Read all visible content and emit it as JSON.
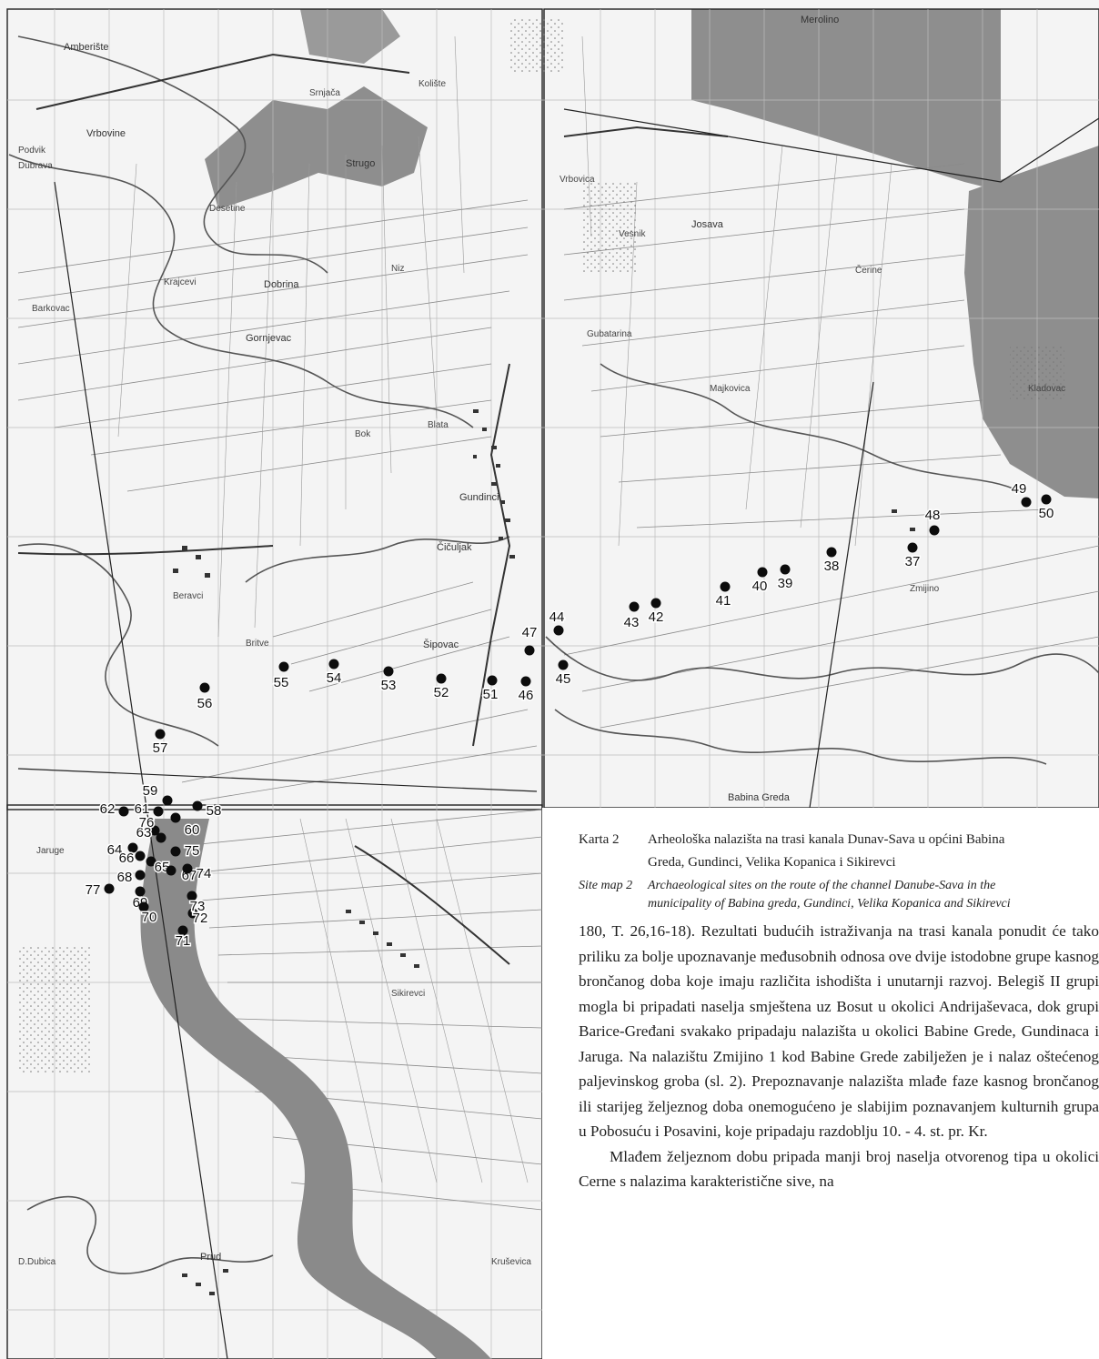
{
  "map": {
    "place_labels": [
      "Amberište",
      "Srnjača",
      "Kolište",
      "Vrbovine",
      "Podvik",
      "Dubrava",
      "Strugo",
      "Desetine",
      "Krajcevi",
      "Dobrina",
      "Niz",
      "Barkovac",
      "Gornjevac",
      "Bok",
      "Blata",
      "Gundinci",
      "Beravci",
      "Britve",
      "Šipovac",
      "Zmijino",
      "Čerine",
      "Josava",
      "Vrbovica",
      "Kladovac",
      "Merolino",
      "Sikirevci",
      "Jaruge",
      "Prud",
      "D.Dubica",
      "Kruševica",
      "Babina Greda",
      "Gubatarina",
      "Vesnik",
      "Čičuljak",
      "Majkovica"
    ],
    "sites": [
      {
        "id": "site-37",
        "label": "37"
      },
      {
        "id": "site-38",
        "label": "38"
      },
      {
        "id": "site-39",
        "label": "39"
      },
      {
        "id": "site-40",
        "label": "40"
      },
      {
        "id": "site-41",
        "label": "41"
      },
      {
        "id": "site-42",
        "label": "42"
      },
      {
        "id": "site-43",
        "label": "43"
      },
      {
        "id": "site-44",
        "label": "44"
      },
      {
        "id": "site-45",
        "label": "45"
      },
      {
        "id": "site-46",
        "label": "46"
      },
      {
        "id": "site-47",
        "label": "47"
      },
      {
        "id": "site-48",
        "label": "48"
      },
      {
        "id": "site-49",
        "label": "49"
      },
      {
        "id": "site-50",
        "label": "50"
      },
      {
        "id": "site-51",
        "label": "51"
      },
      {
        "id": "site-52",
        "label": "52"
      },
      {
        "id": "site-53",
        "label": "53"
      },
      {
        "id": "site-54",
        "label": "54"
      },
      {
        "id": "site-55",
        "label": "55"
      },
      {
        "id": "site-56",
        "label": "56"
      },
      {
        "id": "site-57",
        "label": "57"
      },
      {
        "id": "site-58",
        "label": "58"
      },
      {
        "id": "site-59",
        "label": "59"
      },
      {
        "id": "site-60",
        "label": "60"
      },
      {
        "id": "site-61",
        "label": "61"
      },
      {
        "id": "site-62",
        "label": "62"
      },
      {
        "id": "site-63",
        "label": "63"
      },
      {
        "id": "site-64",
        "label": "64"
      },
      {
        "id": "site-65",
        "label": "65"
      },
      {
        "id": "site-66",
        "label": "66"
      },
      {
        "id": "site-67",
        "label": "67"
      },
      {
        "id": "site-68",
        "label": "68"
      },
      {
        "id": "site-69",
        "label": "69"
      },
      {
        "id": "site-70",
        "label": "70"
      },
      {
        "id": "site-71",
        "label": "71"
      },
      {
        "id": "site-72",
        "label": "72"
      },
      {
        "id": "site-73",
        "label": "73"
      },
      {
        "id": "site-74",
        "label": "74"
      },
      {
        "id": "site-75",
        "label": "75"
      },
      {
        "id": "site-76",
        "label": "76"
      },
      {
        "id": "site-77",
        "label": "77"
      }
    ]
  },
  "caption": {
    "hr_number": "Karta 2",
    "hr_line1": "Arheološka nalazišta na trasi kanala Dunav-Sava u općini Babina",
    "hr_line2": "Greda, Gundinci, Velika Kopanica i Sikirevci",
    "en_number": "Site map 2",
    "en_line1": "Archaeological sites on the route of the channel Danube-Sava in the",
    "en_line2": "municipality of Babina greda, Gundinci, Velika Kopanica and Sikirevci"
  },
  "body": {
    "paragraph1": "180, T. 26,16-18). Rezultati budućih istraživanja na trasi kanala ponudit će tako priliku za bolje upoznavanje međusobnih odnosa ove dvije istodobne grupe kasnog brončanog doba koje imaju različita ishodišta i unutarnji razvoj. Belegiš II grupi mogla bi pripadati naselja smještena uz Bosut u okolici Andrijaševaca, dok grupi Barice-Gređani svakako pripadaju nalazišta u okolici Babine Grede, Gundinaca i Jaruga. Na nalazištu Zmijino 1 kod Babine Grede zabilježen je i nalaz oštećenog paljevinskog groba (sl. 2). Prepoznavanje nalazišta mlađe faze kasnog brončanog ili starijeg željeznog doba onemogućeno je slabijim poznavanjem kulturnih grupa u Pobosuću i Posavini, koje pripadaju razdoblju 10. - 4. st. pr. Kr.",
    "paragraph2": "Mlađem željeznom dobu pripada manji broj naselja otvorenog tipa u okolici Cerne s nalazima karakteristične sive, na"
  }
}
